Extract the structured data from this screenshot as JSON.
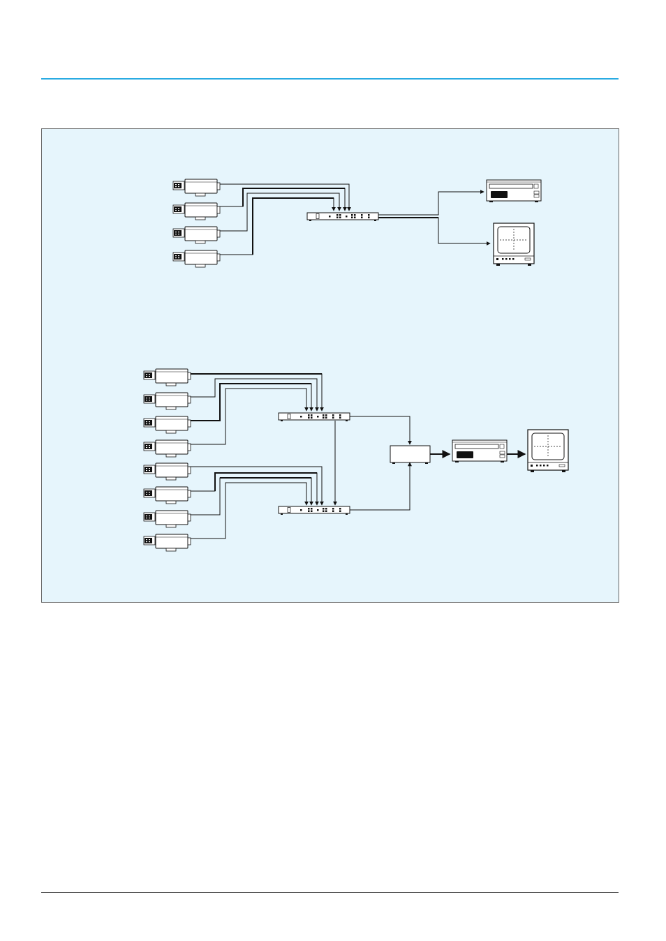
{
  "colors": {
    "rule_top": "#29abe2",
    "rule_bottom": "#555555",
    "panel_bg": "#e6f5fc",
    "device_fill": "#ffffff",
    "line": "#111111"
  },
  "icons": [
    "camera-icon",
    "switcher-icon",
    "vcr-icon",
    "monitor-icon",
    "sequencer-box"
  ],
  "diagrams": [
    {
      "id": "upper-system",
      "cameras": 4,
      "switchers": 1,
      "outputs": [
        "vcr",
        "monitor"
      ]
    },
    {
      "id": "lower-system",
      "cameras": 8,
      "switchers": 2,
      "outputs": [
        "sequencer-box",
        "vcr",
        "monitor"
      ]
    }
  ]
}
